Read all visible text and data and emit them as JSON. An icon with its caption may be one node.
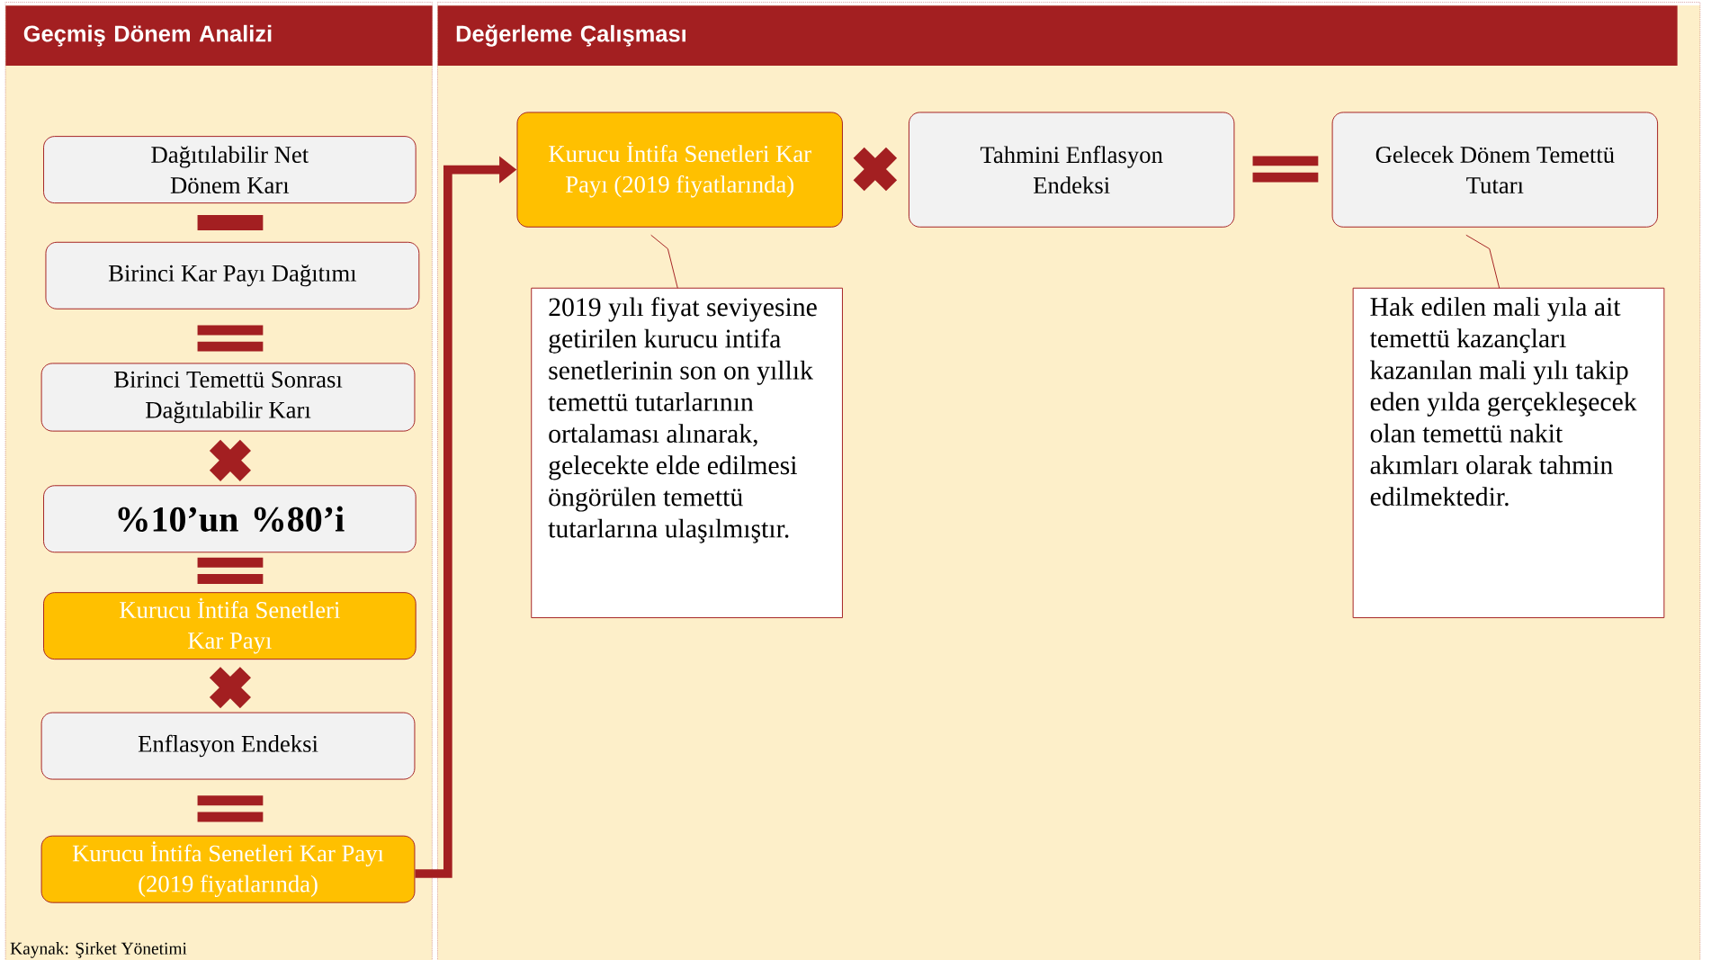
{
  "diagram": {
    "nodes": [
      {
        "text": [
          "Geçmiş Dönem Analizi"
        ]
      },
      {
        "text": [
          "Değerleme Çalışması"
        ]
      },
      {
        "text": [
          "Dağıtılabilir Net Dönem Karı"
        ]
      },
      {
        "text": [
          "Birinci Kar Payı Dağıtımı"
        ]
      },
      {
        "text": [
          "Birinci Temettü Sonrası Dağıtılabilir Karı"
        ]
      },
      {
        "text": [
          "%10’un %80’i"
        ]
      },
      {
        "text": [
          "Kurucu İntifa Senetleri Kar Payı"
        ]
      },
      {
        "text": [
          "Enflasyon Endeksi"
        ]
      },
      {
        "text": [
          "Kurucu İntifa Senetleri Kar Payı (2019 fiyatlarında)"
        ]
      },
      {
        "text": [
          "Kurucu İntifa Senetleri Kar Payı (2019 fiyatlarında)"
        ]
      },
      {
        "text": [
          "Tahmini Enflasyon Endeksi"
        ]
      },
      {
        "text": [
          "Gelecek Dönem Temettü Tutarı"
        ]
      },
      {
        "text": [
          "2019 yılı fiyat seviyesine getirilen kurucu intifa senetlerinin son on yıllık temettü tutarlarının ortalaması alınarak, gelecekte elde edilmesi öngörülen temettü tutarlarına ulaşılmıştır."
        ]
      },
      {
        "text": [
          "Hak edilen mali yıla ait temettü kazançları kazanılan mali yılı takip eden yılda gerçekleşecek olan temettü nakit akımları olarak tahmin edilmektedir."
        ]
      }
    ],
    "edges": [
      {
        "from": 8,
        "to": 9,
        "arrow": "to",
        "style": "thick"
      },
      {
        "from": 12,
        "to": 9,
        "arrow": "none"
      },
      {
        "from": 13,
        "to": 11,
        "arrow": "none"
      }
    ],
    "labels": [
      "Kaynak: Şirket Yönetimi"
    ]
  }
}
